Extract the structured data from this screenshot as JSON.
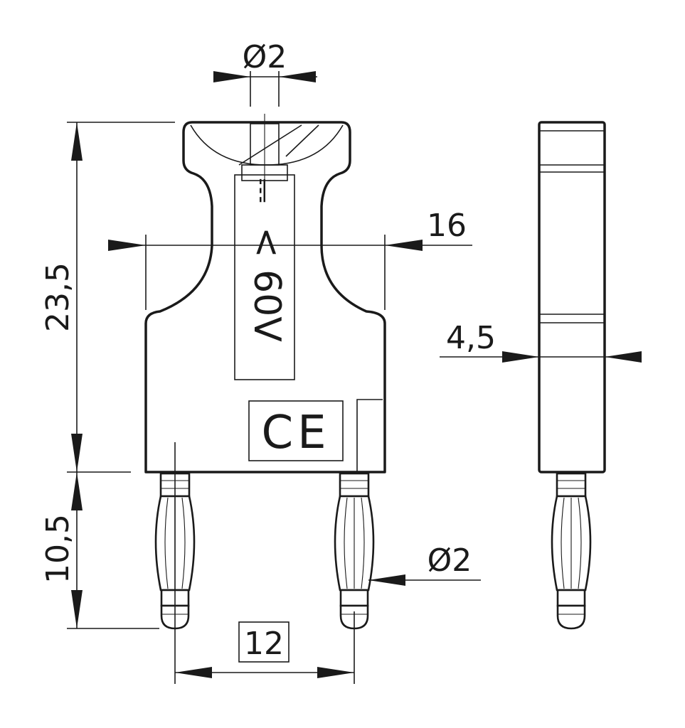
{
  "dimensions": {
    "top_hole_diameter": "Ø2",
    "overall_width": "16",
    "overall_height": "23,5",
    "pin_length": "10,5",
    "pin_diameter": "Ø2",
    "pin_spacing": "12",
    "side_thickness": "4,5"
  },
  "markings": {
    "voltage": "< 60V",
    "voltage_symbol": "⎓",
    "ce": "CE"
  },
  "colors": {
    "line": "#1a1a1a",
    "background": "#ffffff"
  }
}
